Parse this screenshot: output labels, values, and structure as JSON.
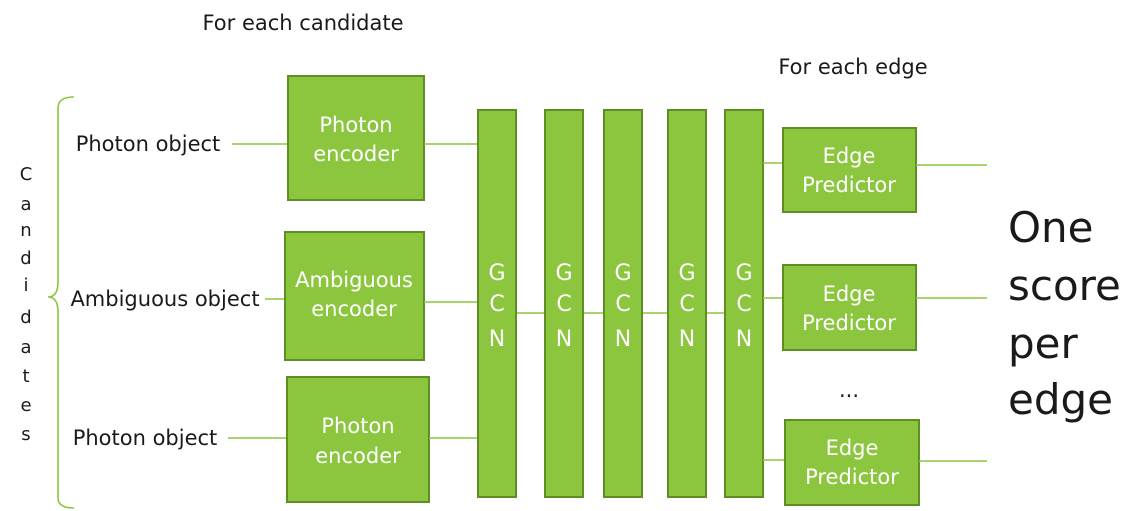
{
  "labels": {
    "for_each_candidate": "For each candidate",
    "for_each_edge": "For each edge",
    "candidates_side": [
      "C",
      "a",
      "n",
      "d",
      "i",
      "d",
      "a",
      "t",
      "e",
      "s"
    ],
    "ellipsis": "...",
    "result_lines": [
      "One",
      "score",
      "per",
      "edge"
    ]
  },
  "inputs": [
    {
      "label": "Photon object"
    },
    {
      "label": "Ambiguous object"
    },
    {
      "label": "Photon object"
    }
  ],
  "encoders": [
    {
      "lines": [
        "Photon",
        "encoder"
      ]
    },
    {
      "lines": [
        "Ambiguous",
        "encoder"
      ]
    },
    {
      "lines": [
        "Photon",
        "encoder"
      ]
    }
  ],
  "gcn_layers": [
    {
      "letters": [
        "G",
        "C",
        "N"
      ]
    },
    {
      "letters": [
        "G",
        "C",
        "N"
      ]
    },
    {
      "letters": [
        "G",
        "C",
        "N"
      ]
    },
    {
      "letters": [
        "G",
        "C",
        "N"
      ]
    },
    {
      "letters": [
        "G",
        "C",
        "N"
      ]
    }
  ],
  "edge_predictors": [
    {
      "lines": [
        "Edge",
        "Predictor"
      ]
    },
    {
      "lines": [
        "Edge",
        "Predictor"
      ]
    },
    {
      "lines": [
        "Edge",
        "Predictor"
      ]
    }
  ],
  "colors": {
    "box_fill": "#8cc63f",
    "box_border": "#5f8f22",
    "text": "#1a1a1a"
  }
}
